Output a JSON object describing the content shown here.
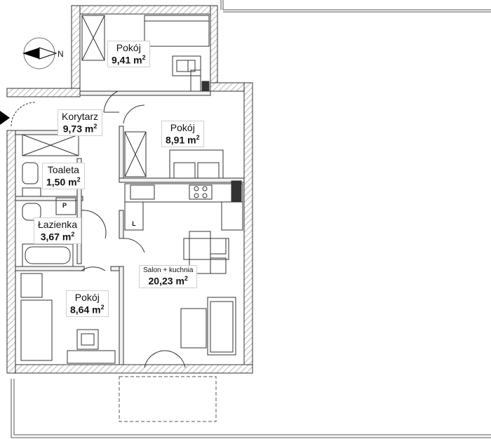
{
  "compass": {
    "north_letter": "N"
  },
  "rooms": [
    {
      "name": "Pokój",
      "area": "9,41",
      "unit": "m",
      "exp": "2"
    },
    {
      "name": "Korytarz",
      "area": "9,73",
      "unit": "m",
      "exp": "2"
    },
    {
      "name": "Pokój",
      "area": "8,91",
      "unit": "m",
      "exp": "2"
    },
    {
      "name": "Toaleta",
      "area": "1,50",
      "unit": "m",
      "exp": "2"
    },
    {
      "name": "Łazienka",
      "area": "3,67",
      "unit": "m",
      "exp": "2"
    },
    {
      "name": "Salon + kuchnia",
      "area": "20,23",
      "unit": "m",
      "exp": "2"
    },
    {
      "name": "Pokój",
      "area": "8,64",
      "unit": "m",
      "exp": "2"
    }
  ],
  "appliances": {
    "boiler_letter": "P",
    "washer_letter": "L"
  }
}
